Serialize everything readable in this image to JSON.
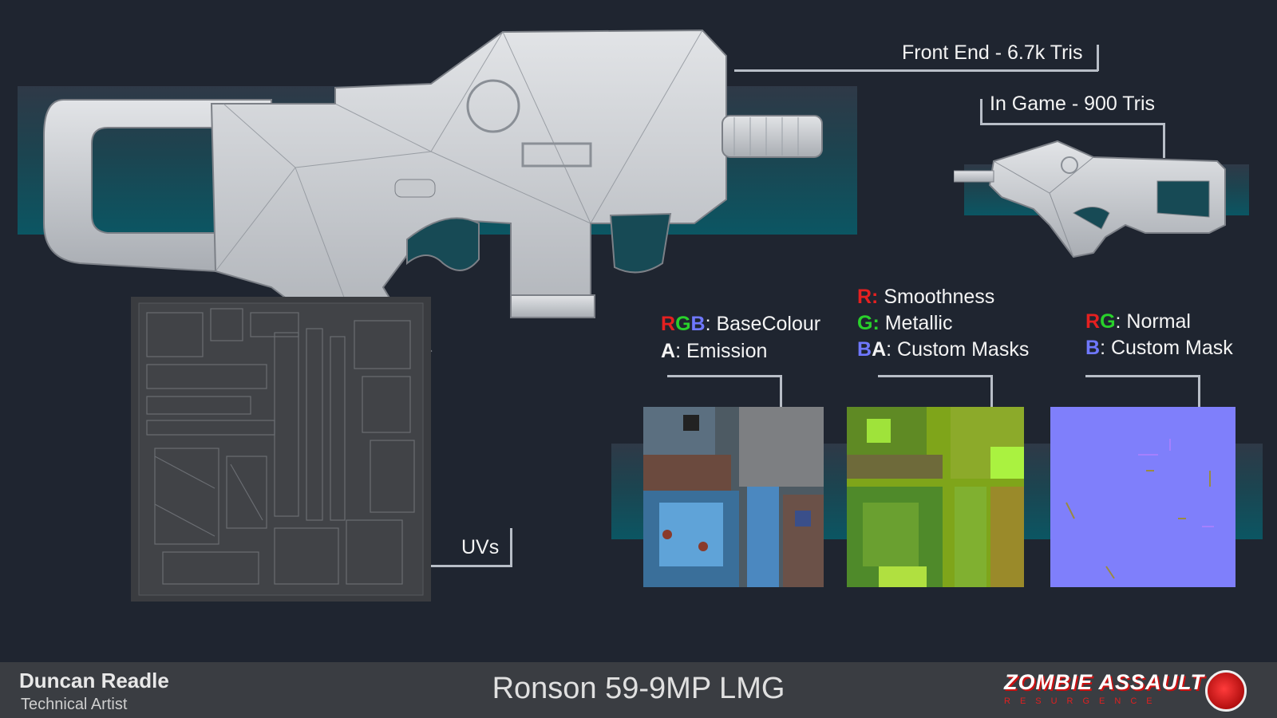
{
  "labels": {
    "front_end": "Front End - 6.7k Tris",
    "in_game": "In Game - 900 Tris",
    "uvs": "UVs"
  },
  "texture_maps": {
    "base": {
      "c1": "R",
      "c2": "G",
      "c3": "B",
      "c1_text": ": BaseColour",
      "line2_key": "A",
      "line2_text": ": Emission"
    },
    "mask": {
      "line1_key": "R:",
      "line1_text": " Smoothness",
      "line2_key": "G:",
      "line2_text": " Metallic",
      "line3_key1": "B",
      "line3_key2": "A",
      "line3_text": ": Custom Masks"
    },
    "normal": {
      "line1_key1": "R",
      "line1_key2": "G",
      "line1_text": ": Normal",
      "line2_key": "B",
      "line2_text": ": Custom Mask"
    }
  },
  "footer": {
    "artist_name": "Duncan Readle",
    "artist_role": "Technical Artist",
    "asset_title": "Ronson 59-9MP LMG",
    "logo_top": "ZOMBIE ASSAULT",
    "logo_bottom": "RESURGENCE"
  },
  "colors": {
    "background": "#1f2530",
    "footer": "#3a3d42",
    "red_channel": "#e52020",
    "green_channel": "#29d12b",
    "blue_channel": "#6f78ff",
    "normal_map": "#7f7ffb"
  }
}
